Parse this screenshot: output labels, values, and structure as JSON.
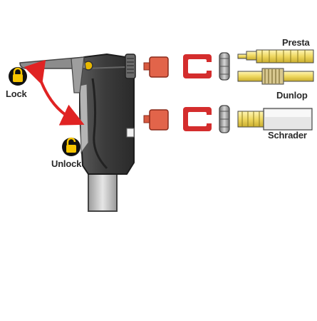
{
  "labels": {
    "lock": "Lock",
    "unlock": "Unlock",
    "presta": "Presta",
    "dunlop": "Dunlop",
    "schrader": "Schrader"
  },
  "colors": {
    "pump_body": "#4a4a4a",
    "pump_dark": "#2b2b2b",
    "lever": "#8c8c8c",
    "shaft": "#c8c8c8",
    "adapter_orange": "#e2644a",
    "seal_red": "#d42d2d",
    "ring_gray": "#9a9a9a",
    "valve_yellow": "#f2e27a",
    "arrow_red": "#e02323",
    "lock_yellow": "#f7c500",
    "lock_black": "#111111"
  },
  "icons": [
    "lock-icon",
    "unlock-icon",
    "double-arrow-icon"
  ]
}
